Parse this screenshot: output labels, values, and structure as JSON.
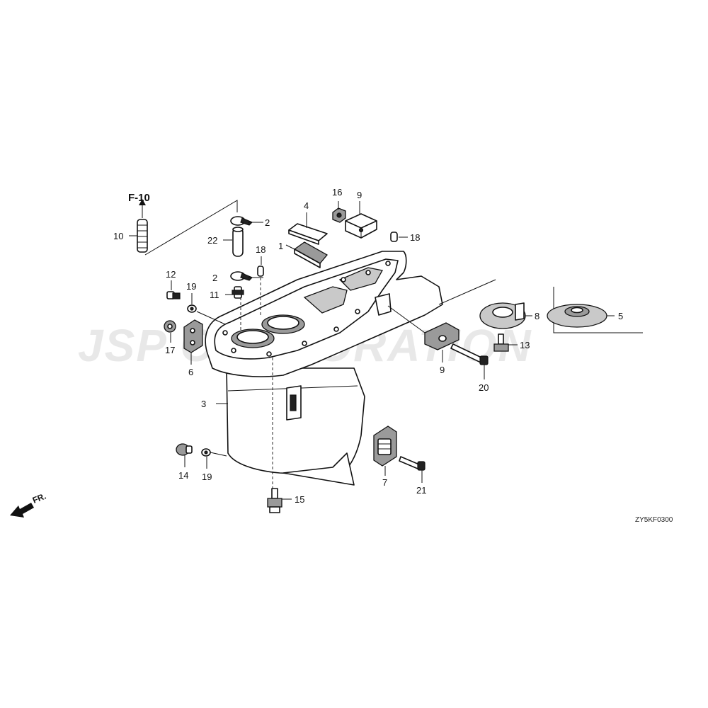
{
  "watermark": "JSP CORPORATION",
  "reference": "F-10",
  "diagram_code": "ZY5KF0300",
  "direction_label": "FR.",
  "callouts": [
    {
      "id": "c1",
      "label": "1"
    },
    {
      "id": "c2a",
      "label": "2"
    },
    {
      "id": "c2b",
      "label": "2"
    },
    {
      "id": "c3",
      "label": "3"
    },
    {
      "id": "c4",
      "label": "4"
    },
    {
      "id": "c5",
      "label": "5"
    },
    {
      "id": "c6",
      "label": "6"
    },
    {
      "id": "c7",
      "label": "7"
    },
    {
      "id": "c8",
      "label": "8"
    },
    {
      "id": "c9a",
      "label": "9"
    },
    {
      "id": "c9b",
      "label": "9"
    },
    {
      "id": "c10",
      "label": "10"
    },
    {
      "id": "c11",
      "label": "11"
    },
    {
      "id": "c12",
      "label": "12"
    },
    {
      "id": "c13",
      "label": "13"
    },
    {
      "id": "c14",
      "label": "14"
    },
    {
      "id": "c15",
      "label": "15"
    },
    {
      "id": "c16",
      "label": "16"
    },
    {
      "id": "c17",
      "label": "17"
    },
    {
      "id": "c18a",
      "label": "18"
    },
    {
      "id": "c18b",
      "label": "18"
    },
    {
      "id": "c19a",
      "label": "19"
    },
    {
      "id": "c19b",
      "label": "19"
    },
    {
      "id": "c20",
      "label": "20"
    },
    {
      "id": "c21",
      "label": "21"
    },
    {
      "id": "c22",
      "label": "22"
    }
  ]
}
